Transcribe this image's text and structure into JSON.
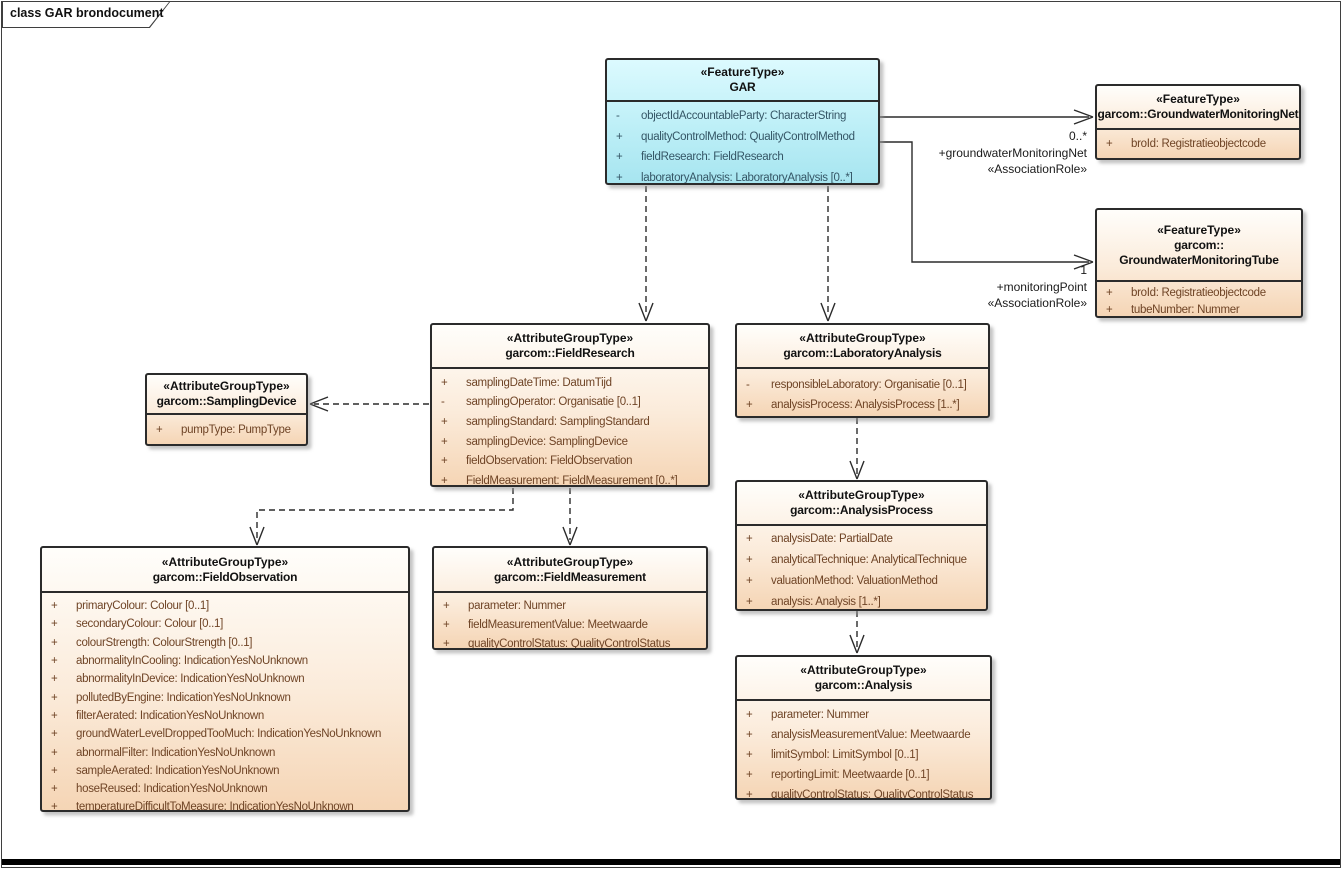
{
  "tab": {
    "label": "class GAR brondocument"
  },
  "colors": {
    "feature_type_fill": "#BDEFF7",
    "attribute_group_fill": "#F5D5B5",
    "border": "#2b2b2b",
    "gar_attr_text": "#355666",
    "peach_attr_text": "#6f4426"
  },
  "classes": [
    {
      "stereotype": "«FeatureType»",
      "name": "GAR",
      "attributes": [
        {
          "vis": "-",
          "text": "objectIdAccountableParty: CharacterString"
        },
        {
          "vis": "+",
          "text": "qualityControlMethod: QualityControlMethod"
        },
        {
          "vis": "+",
          "text": "fieldResearch: FieldResearch"
        },
        {
          "vis": "+",
          "text": "laboratoryAnalysis: LaboratoryAnalysis [0..*]"
        }
      ]
    },
    {
      "stereotype": "«FeatureType»",
      "name": "garcom::GroundwaterMonitoringNet",
      "attributes": [
        {
          "vis": "+",
          "text": "broId: Registratieobjectcode"
        }
      ]
    },
    {
      "stereotype": "«FeatureType»",
      "name": "garcom::\nGroundwaterMonitoringTube",
      "attributes": [
        {
          "vis": "+",
          "text": "broId: Registratieobjectcode"
        },
        {
          "vis": "+",
          "text": "tubeNumber: Nummer"
        }
      ]
    },
    {
      "stereotype": "«AttributeGroupType»",
      "name": "garcom::FieldResearch",
      "attributes": [
        {
          "vis": "+",
          "text": "samplingDateTime: DatumTijd"
        },
        {
          "vis": "-",
          "text": "samplingOperator: Organisatie [0..1]"
        },
        {
          "vis": "+",
          "text": "samplingStandard: SamplingStandard"
        },
        {
          "vis": "+",
          "text": "samplingDevice: SamplingDevice"
        },
        {
          "vis": "+",
          "text": "fieldObservation: FieldObservation"
        },
        {
          "vis": "+",
          "text": "FieldMeasurement: FieldMeasurement [0..*]"
        }
      ]
    },
    {
      "stereotype": "«AttributeGroupType»",
      "name": "garcom::SamplingDevice",
      "attributes": [
        {
          "vis": "+",
          "text": "pumpType: PumpType"
        }
      ]
    },
    {
      "stereotype": "«AttributeGroupType»",
      "name": "garcom::LaboratoryAnalysis",
      "attributes": [
        {
          "vis": "-",
          "text": "responsibleLaboratory: Organisatie [0..1]"
        },
        {
          "vis": "+",
          "text": "analysisProcess: AnalysisProcess [1..*]"
        }
      ]
    },
    {
      "stereotype": "«AttributeGroupType»",
      "name": "garcom::FieldObservation",
      "attributes": [
        {
          "vis": "+",
          "text": "primaryColour: Colour [0..1]"
        },
        {
          "vis": "+",
          "text": "secondaryColour: Colour [0..1]"
        },
        {
          "vis": "+",
          "text": "colourStrength: ColourStrength [0..1]"
        },
        {
          "vis": "+",
          "text": "abnormalityInCooling: IndicationYesNoUnknown"
        },
        {
          "vis": "+",
          "text": "abnormalityInDevice: IndicationYesNoUnknown"
        },
        {
          "vis": "+",
          "text": "pollutedByEngine: IndicationYesNoUnknown"
        },
        {
          "vis": "+",
          "text": "filterAerated: IndicationYesNoUnknown"
        },
        {
          "vis": "+",
          "text": "groundWaterLevelDroppedTooMuch: IndicationYesNoUnknown"
        },
        {
          "vis": "+",
          "text": "abnormalFilter: IndicationYesNoUnknown"
        },
        {
          "vis": "+",
          "text": "sampleAerated: IndicationYesNoUnknown"
        },
        {
          "vis": "+",
          "text": "hoseReused: IndicationYesNoUnknown"
        },
        {
          "vis": "+",
          "text": "temperatureDifficultToMeasure: IndicationYesNoUnknown"
        }
      ]
    },
    {
      "stereotype": "«AttributeGroupType»",
      "name": "garcom::FieldMeasurement",
      "attributes": [
        {
          "vis": "+",
          "text": "parameter: Nummer"
        },
        {
          "vis": "+",
          "text": "fieldMeasurementValue: Meetwaarde"
        },
        {
          "vis": "+",
          "text": "qualityControlStatus: QualityControlStatus"
        }
      ]
    },
    {
      "stereotype": "«AttributeGroupType»",
      "name": "garcom::AnalysisProcess",
      "attributes": [
        {
          "vis": "+",
          "text": "analysisDate: PartialDate"
        },
        {
          "vis": "+",
          "text": "analyticalTechnique: AnalyticalTechnique"
        },
        {
          "vis": "+",
          "text": "valuationMethod: ValuationMethod"
        },
        {
          "vis": "+",
          "text": "analysis: Analysis [1..*]"
        }
      ]
    },
    {
      "stereotype": "«AttributeGroupType»",
      "name": "garcom::Analysis",
      "attributes": [
        {
          "vis": "+",
          "text": "parameter: Nummer"
        },
        {
          "vis": "+",
          "text": "analysisMeasurementValue: Meetwaarde"
        },
        {
          "vis": "+",
          "text": "limitSymbol: LimitSymbol [0..1]"
        },
        {
          "vis": "+",
          "text": "reportingLimit: Meetwaarde [0..1]"
        },
        {
          "vis": "+",
          "text": "qualityControlStatus: QualityControlStatus"
        }
      ]
    }
  ],
  "connectors": {
    "net": {
      "multiplicity": "0..*",
      "role": "+groundwaterMonitoringNet",
      "stereotype": "«AssociationRole»"
    },
    "tube": {
      "multiplicity": "1",
      "role": "+monitoringPoint",
      "stereotype": "«AssociationRole»"
    }
  }
}
